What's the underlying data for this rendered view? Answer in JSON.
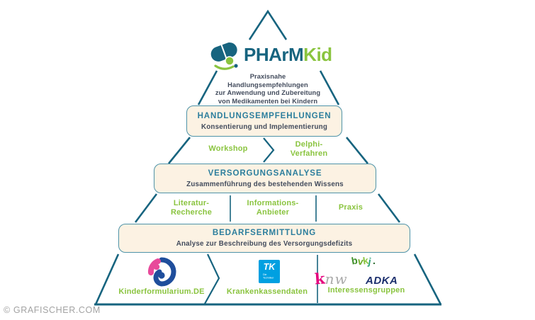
{
  "brand": {
    "name_primary": "PHArM",
    "name_accent": "Kid",
    "tagline_line1": "Praxisnahe",
    "tagline_line2": "Handlungsempfehlungen",
    "tagline_line3": "zur Anwendung und Zubereitung",
    "tagline_line4": "von Medikamenten bei Kindern"
  },
  "pyramid": {
    "level1": {
      "title": "HANDLUNGSEMPFEHLUNGEN",
      "subtitle": "Konsentierung und Implementierung",
      "item1": "Workshop",
      "item2_line1": "Delphi-",
      "item2_line2": "Verfahren"
    },
    "level2": {
      "title": "VERSORGUNGSANALYSE",
      "subtitle": "Zusammenführung des bestehenden Wissens",
      "item1_line1": "Literatur-",
      "item1_line2": "Recherche",
      "item2_line1": "Informations-",
      "item2_line2": "Anbieter",
      "item3": "Praxis"
    },
    "level3": {
      "title": "BEDARFSERMITTLUNG",
      "subtitle": "Analyse zur Beschreibung des Versorgungsdefizits",
      "item1": "Kinderformularium.DE",
      "item2": "Krankenkassendaten",
      "item3": "Interessensgruppen"
    }
  },
  "partner_logos": {
    "tk_mark": "TK",
    "tk_sub1": "Die",
    "tk_sub2": "Techniker",
    "bvkj_b": "b",
    "bvkj_v": "v",
    "bvkj_k": "k",
    "bvkj_j": "j",
    "bvkj_dot": ".",
    "knw_k": "k",
    "knw_nw": "nw",
    "adka": "ADKA"
  },
  "footer": {
    "copyright": "© GRAFISCHER.COM"
  },
  "colors": {
    "teal": "#17647f",
    "teal_title": "#2c7e9d",
    "green": "#8ac43f",
    "cream_box": "#fcf2e3",
    "dark_text": "#424b5c",
    "tk_blue": "#00a0e1",
    "adka_navy": "#1b2f6d",
    "kf_pink": "#e84a9b",
    "kf_blue": "#1f4e9c",
    "knw_pink": "#e5007d"
  }
}
